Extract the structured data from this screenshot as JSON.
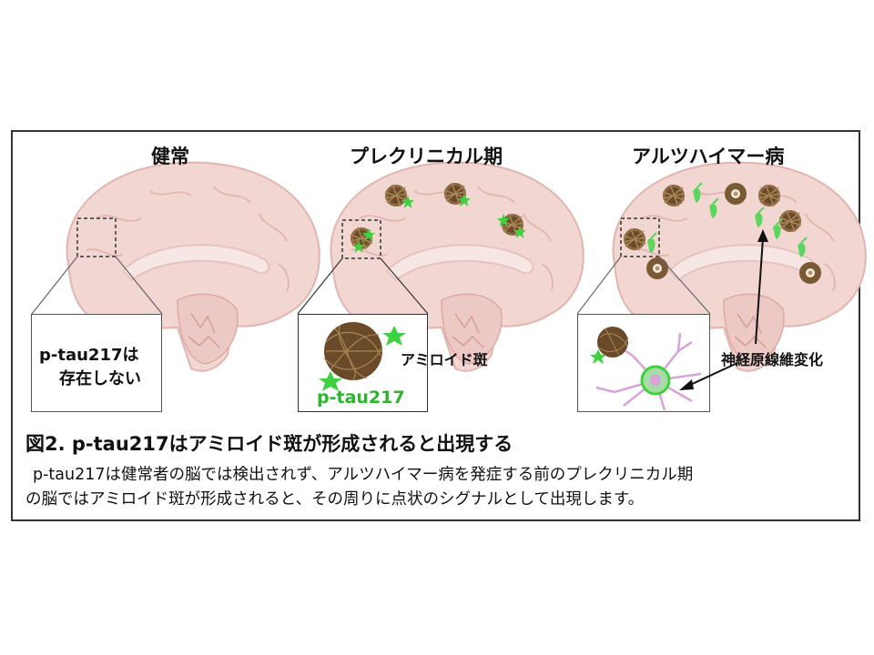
{
  "panels": {
    "healthy": {
      "title": "健常",
      "box_line1": "p-tau217は",
      "box_line2": "存在しない"
    },
    "preclinical": {
      "title": "プレクリニカル期",
      "plaque_label": "アミロイド斑",
      "ptau_label": "p-tau217"
    },
    "alzheimer": {
      "title": "アルツハイマー病",
      "tangle_label": "神経原線維変化"
    }
  },
  "figure": {
    "title": "図2.  p-tau217はアミロイド斑が形成されると出現する",
    "caption_line1": "p-tau217は健常者の脳では検出されず、アルツハイマー病を発症する前のプレクリニカル期",
    "caption_line2": "の脳ではアミロイド斑が形成されると、その周りに点状のシグナルとして出現します。"
  },
  "colors": {
    "brain": "#f1d6d2",
    "brain_outline": "#e2b5af",
    "ptau_green": "#3fd13f",
    "label_green": "#2bb52b",
    "plaque": "#7a5a35",
    "neuron": "#d7a3d9"
  }
}
